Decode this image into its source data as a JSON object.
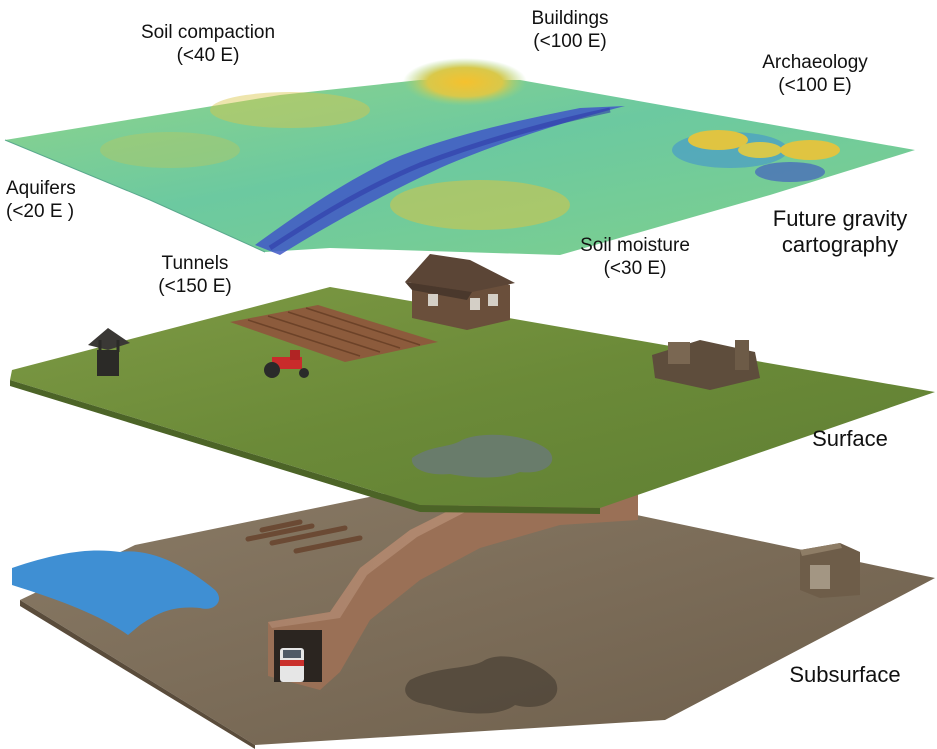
{
  "labels": {
    "soil_compaction": {
      "name": "Soil compaction",
      "value": "(<40 E)"
    },
    "buildings": {
      "name": "Buildings",
      "value": "(<100 E)"
    },
    "archaeology": {
      "name": "Archaeology",
      "value": "(<100 E)"
    },
    "aquifers": {
      "name": "Aquifers",
      "value": "(<20 E )"
    },
    "tunnels": {
      "name": "Tunnels",
      "value": "(<150 E)"
    },
    "soil_moisture": {
      "name": "Soil moisture",
      "value": "(<30 E)"
    }
  },
  "layers": {
    "gravity": {
      "line1": "Future gravity",
      "line2": "cartography"
    },
    "surface": "Surface",
    "subsurface": "Subsurface"
  },
  "colors": {
    "gravity_mid": "#6fcf9a",
    "gravity_high": "#f1c232",
    "gravity_low": "#3b4cc0",
    "grass": "#6e8f3a",
    "soil": "#7a6a55",
    "water": "#3d8fd6",
    "tunnel": "#9b7356"
  }
}
